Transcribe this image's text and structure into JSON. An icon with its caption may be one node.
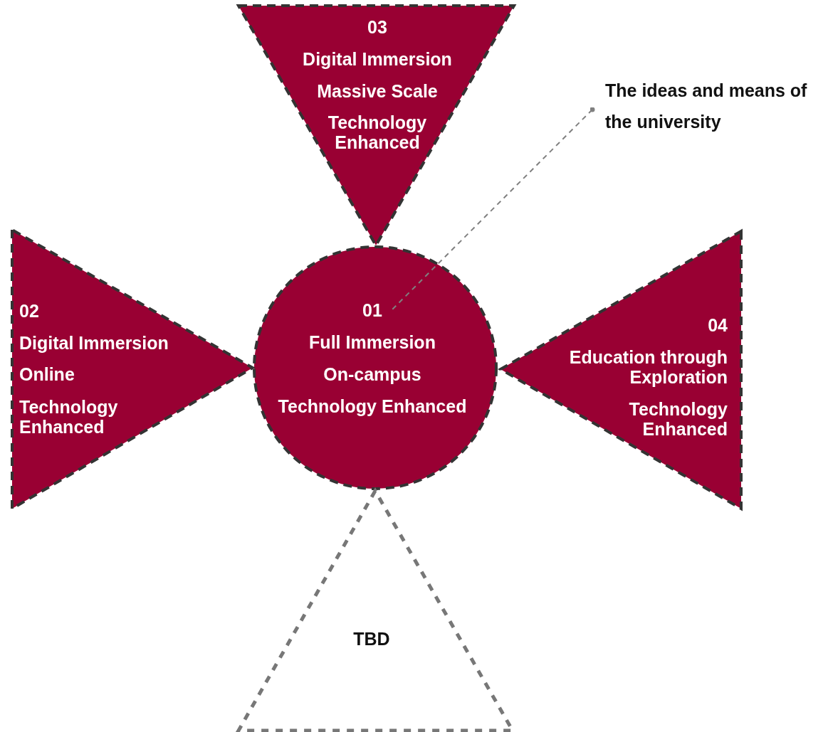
{
  "diagram": {
    "nodes": [
      {
        "text": [
          "01",
          "Full Immersion",
          "On-campus",
          "Technology Enhanced"
        ]
      },
      {
        "text": [
          "02",
          "Digital Immersion",
          "Online",
          "Technology Enhanced"
        ]
      },
      {
        "text": [
          "03",
          "Digital Immersion",
          "Massive Scale",
          "Technology Enhanced"
        ]
      },
      {
        "text": [
          "04",
          "Education through Exploration",
          "Technology Enhanced"
        ]
      },
      {
        "text": [
          "TBD"
        ]
      },
      {
        "text": [
          "The ideas and means of the university"
        ]
      }
    ],
    "edges": [
      {
        "from": 5,
        "to": 0,
        "arrow": "other",
        "style": "dashed",
        "color": "#808080"
      }
    ]
  }
}
